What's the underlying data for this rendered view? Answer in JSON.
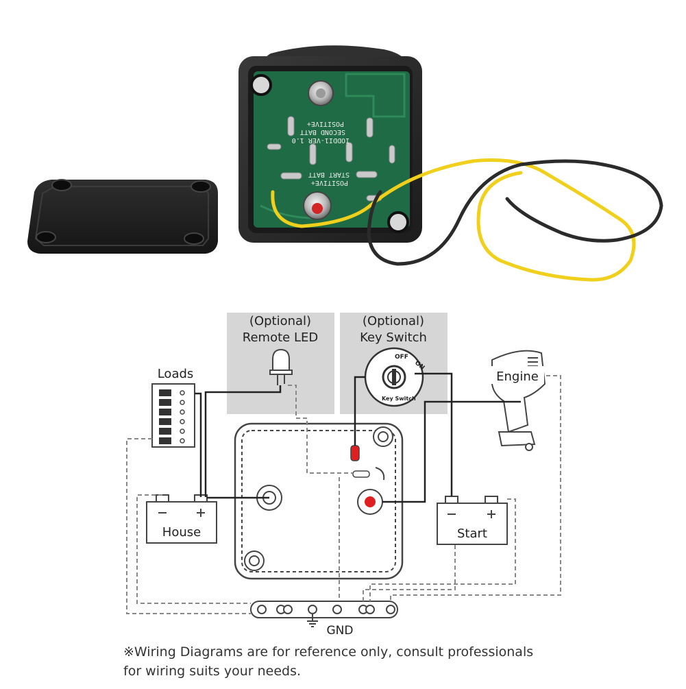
{
  "photo": {
    "pcb_text_line1": "IODDI1-VER 1.0",
    "pcb_text_line2": "SECOND BATT",
    "pcb_text_line3": "POSITIVE+",
    "pcb_text_line4": "START BATT",
    "pcb_text_line5": "POSITIVE+"
  },
  "diagram": {
    "remote_led_title_1": "(Optional)",
    "remote_led_title_2": "Remote LED",
    "key_switch_title_1": "(Optional)",
    "key_switch_title_2": "Key Switch",
    "key_off": "OFF",
    "key_on": "ON",
    "key_caption": "Key Switch",
    "loads_label": "Loads",
    "engine_label": "Engine",
    "house_label": "House",
    "start_label": "Start",
    "gnd_label": "GND"
  },
  "disclaimer": {
    "line1": "※Wiring Diagrams are for reference only, consult professionals",
    "line2": "for wiring suits your needs."
  },
  "colors": {
    "case": "#2a2a2a",
    "pcb": "#1f6b45",
    "wire_yellow": "#f2d52a",
    "wire_black": "#2b2b2b",
    "panel_gray": "#d6d6d6",
    "led_red": "#e02020"
  }
}
